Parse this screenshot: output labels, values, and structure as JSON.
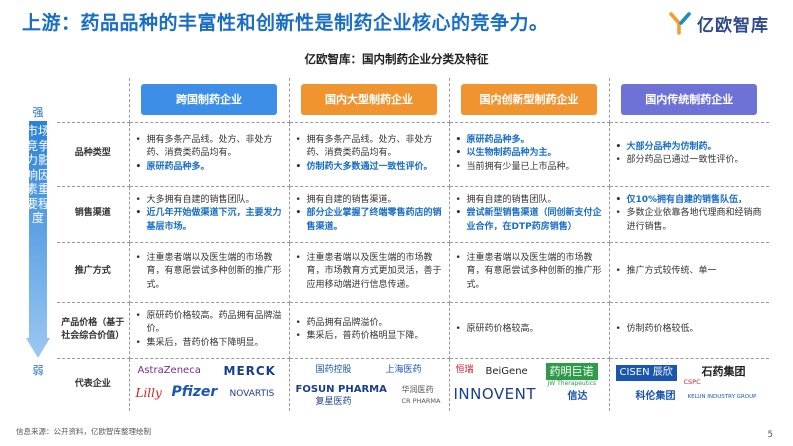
{
  "title": "上游：药品品种的丰富性和创新性是制药企业核心的竞争力。",
  "brand": {
    "name": "亿欧智库"
  },
  "subtitle": "亿欧智库：国内制药企业分类及特征",
  "side": {
    "top": "强",
    "label": "市场竞争力影响因素重要程度",
    "bottom": "弱"
  },
  "columns": [
    "跨国制药企业",
    "国内大型制药企业",
    "国内创新型制药企业",
    "国内传统制药企业"
  ],
  "rows": [
    {
      "label": "品种类型",
      "cells": [
        [
          {
            "t": "拥有多条产品线。处方、非处方药、消费类药品均有。",
            "h": false
          },
          {
            "t": "原研药品种多。",
            "h": true
          }
        ],
        [
          {
            "t": "拥有多条产品线。处方、非处方药、消费类药品均有。",
            "h": false
          },
          {
            "t": "仿制药大多数通过一致性评价。",
            "h": true
          }
        ],
        [
          {
            "t": "原研药品种多。",
            "h": true
          },
          {
            "t": "以生物制药品种为主。",
            "h": true
          },
          {
            "t": "当前拥有少量已上市品种。",
            "h": false
          }
        ],
        [
          {
            "t": "大部分品种为仿制药。",
            "h": true
          },
          {
            "t": "部分药品已通过一致性评价。",
            "h": false
          }
        ]
      ]
    },
    {
      "label": "销售渠道",
      "cells": [
        [
          {
            "t": "大多拥有自建的销售团队。",
            "h": false
          },
          {
            "t": "近几年开始做渠道下沉，主要发力基层市场。",
            "h": true
          }
        ],
        [
          {
            "t": "拥有自建的销售渠道。",
            "h": false
          },
          {
            "t": "部分企业掌握了终端零售药店的销售渠道。",
            "h": true
          }
        ],
        [
          {
            "t": "拥有自建的销售团队。",
            "h": false
          },
          {
            "t": "尝试新型销售渠道（同创新支付企业合作，在DTP药房销售）",
            "h": true
          }
        ],
        [
          {
            "t": "仅10%拥有自建的销售队伍，",
            "h": true
          },
          {
            "t": "多数企业依靠各地代理商和经销商进行销售。",
            "h": false
          }
        ]
      ]
    },
    {
      "label": "推广方式",
      "cells": [
        [
          {
            "t": "注重患者端以及医生端的市场教育，有意愿尝试多种创新的推广形式。",
            "h": false
          }
        ],
        [
          {
            "t": "注重患者端以及医生端的市场教育，市场教育方式更加灵活，善于应用移动端进行信息传递。",
            "h": false
          }
        ],
        [
          {
            "t": "注重患者端以及医生端的市场教育，有意愿尝试多种创新的推广形式。",
            "h": false
          }
        ],
        [
          {
            "t": "推广方式较传统、单一",
            "h": false
          }
        ]
      ]
    },
    {
      "label": "产品价格（基于社会综合价值）",
      "cells": [
        [
          {
            "t": "原研药价格较高。药品拥有品牌溢价。",
            "h": false
          },
          {
            "t": "集采后，昔药价格下降明显。",
            "h": false
          }
        ],
        [
          {
            "t": "药品拥有品牌溢价。",
            "h": false
          },
          {
            "t": "集采后，普药价格明显下降。",
            "h": false
          }
        ],
        [
          {
            "t": "原研药价格较高。",
            "h": false
          }
        ],
        [
          {
            "t": "仿制药价格较低。",
            "h": false
          }
        ]
      ]
    }
  ],
  "rep_label": "代表企业",
  "logos": {
    "c1": [
      "AstraZeneca",
      "MERCK",
      "Lilly",
      "Pfizer",
      "NOVARTIS"
    ],
    "c2": [
      "国药控股",
      "上海医药",
      "FOSUN PHARMA",
      "复星医药",
      "华润医药",
      "CR PHARMA"
    ],
    "c3": [
      "恒瑞",
      "BeiGene",
      "药明巨诺",
      "JW Therapeutics",
      "INNOVENT",
      "信达"
    ],
    "c4": [
      "CISEN 辰欣",
      "石药集团",
      "CSPC",
      "科伦集团",
      "KELUN INDUSTRY GROUP"
    ]
  },
  "footer": "信息来源：公开资料，亿欧智库整理绘制",
  "page": "5",
  "colors": {
    "title": "#1a6fc4",
    "blue": "#3c8ee6",
    "orange": "#f09430",
    "purple": "#6e72d6"
  }
}
